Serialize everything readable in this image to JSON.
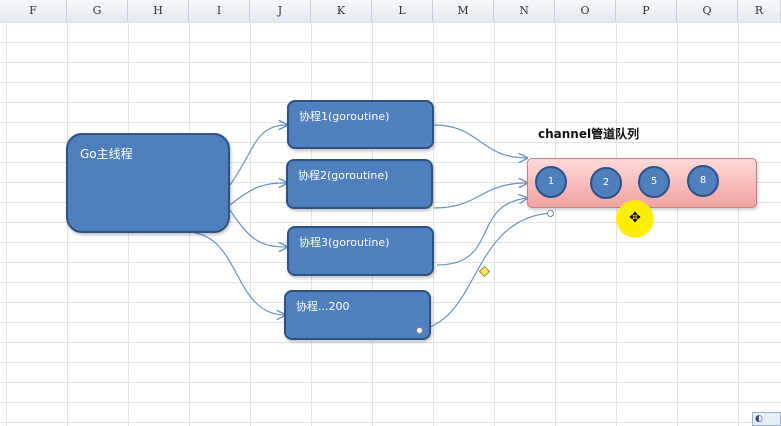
{
  "columns": [
    "F",
    "G",
    "H",
    "I",
    "J",
    "K",
    "L",
    "M",
    "N",
    "O",
    "P",
    "Q",
    "R"
  ],
  "diagram": {
    "main_thread": "Go主线程",
    "goroutines": [
      "协程1(goroutine)",
      "协程2(goroutine)",
      "协程3(goroutine)",
      "协程...200"
    ],
    "channel_label": "channel管道队列",
    "queue_items": [
      "1",
      "2",
      "5",
      "8"
    ]
  },
  "colors": {
    "node_fill": "#4f7fbd",
    "node_border": "#2f5286",
    "queue_fill": "#f0a3a3",
    "connector": "#6b93c7"
  },
  "icons": {
    "cursor": "move-cursor-icon",
    "corner": "app-tray-icon"
  }
}
